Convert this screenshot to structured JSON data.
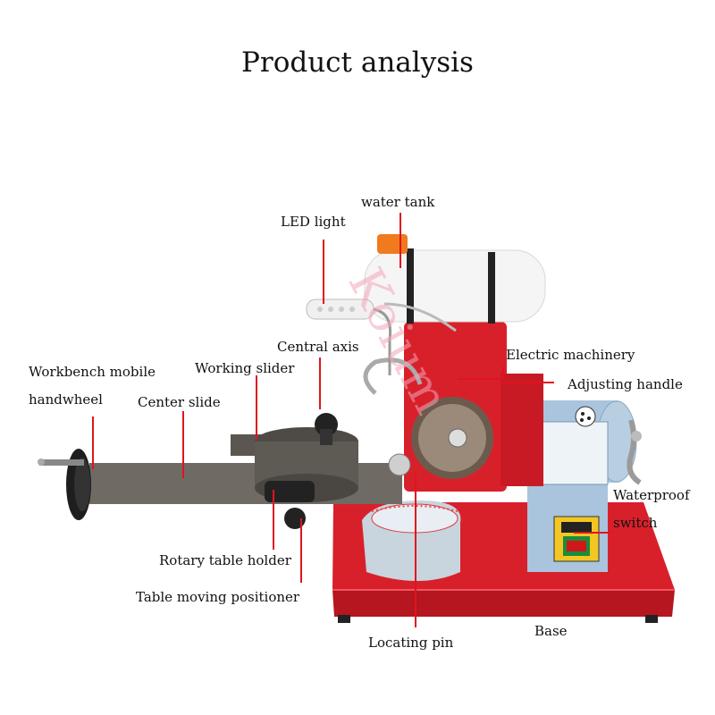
{
  "title": "Product analysis",
  "watermark": "Koium",
  "labels": {
    "water_tank": "water tank",
    "led_light": "LED light",
    "central_axis": "Central axis",
    "electric_machinery": "Electric machinery",
    "workbench_mobile": "Workbench mobile",
    "handwheel": "handwheel",
    "working_slider": "Working slider",
    "center_slide": "Center slide",
    "adjusting_handle": "Adjusting handle",
    "waterproof": "Waterproof",
    "switch": "switch",
    "rotary_table_holder": "Rotary table holder",
    "table_moving_positioner": "Table moving positioner",
    "locating_pin": "Locating pin",
    "base": "Base"
  },
  "colors": {
    "leader_line": "#e0141e",
    "machine_red": "#d8202b",
    "motor_blue": "#a9c4dc",
    "steel_gray": "#6f6a64"
  }
}
